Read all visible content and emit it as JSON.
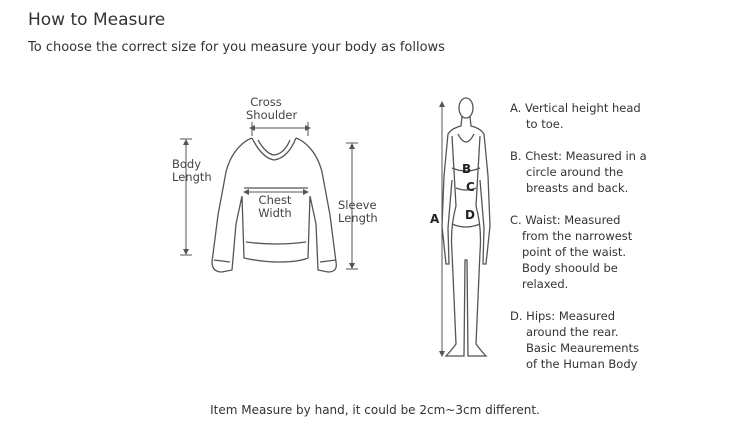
{
  "header": {
    "title": "How to Measure",
    "subtitle": "To choose the correct size for you measure your body as follows"
  },
  "garment": {
    "cross_shoulder": [
      "Cross",
      "Shoulder"
    ],
    "body_length": [
      "Body",
      "Length"
    ],
    "chest_width": [
      "Chest",
      "Width"
    ],
    "sleeve_length": [
      "Sleeve",
      "Length"
    ]
  },
  "figure": {
    "letter_a": "A",
    "letter_b": "B",
    "letter_c": "C",
    "letter_d": "D"
  },
  "notes": [
    [
      "A. Vertical height head",
      "to toe."
    ],
    [
      "B. Chest: Measured in a",
      "circle around the",
      "breasts and back."
    ],
    [
      "C. Waist: Measured",
      "from the narrowest",
      "point of the waist.",
      "Body shoould be",
      "relaxed."
    ],
    [
      "D. Hips: Measured",
      "around the rear.",
      "Basic Meaurements",
      "of the Human Body"
    ]
  ],
  "footer": "Item Measure by hand, it could be 2cm~3cm different."
}
